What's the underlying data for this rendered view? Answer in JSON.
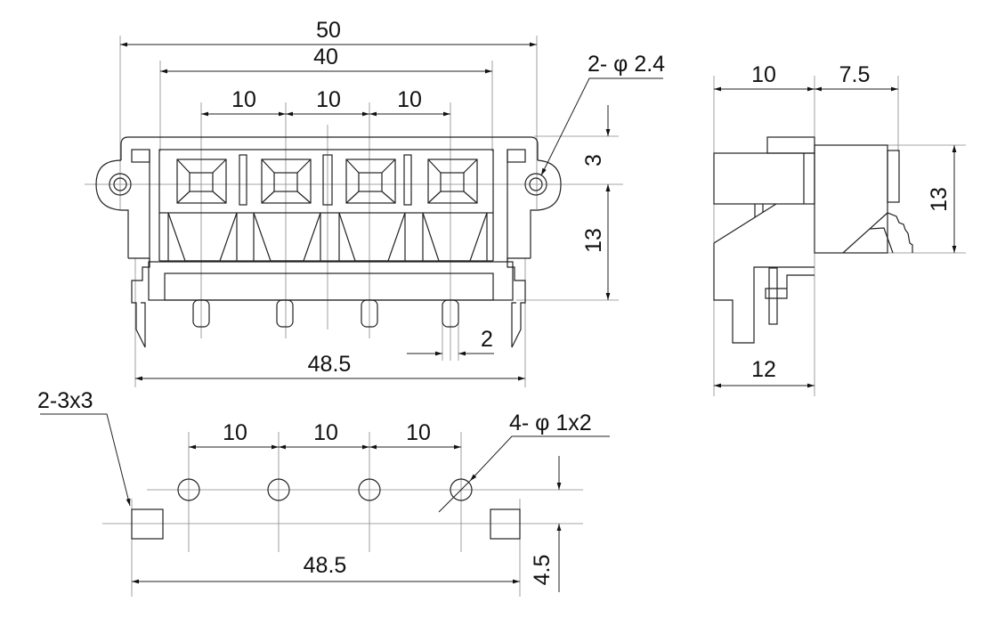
{
  "front_view": {
    "dim_overall": "50",
    "dim_pitch_span": "40",
    "dim_pitch": [
      "10",
      "10",
      "10"
    ],
    "hole_callout": "2- φ 2.4",
    "dim_top_offset": "3",
    "dim_height": "13",
    "dim_pin_width": "2",
    "dim_clip_span": "48.5"
  },
  "side_view": {
    "dim_depth_a": "10",
    "dim_depth_b": "7.5",
    "dim_height": "13",
    "dim_base": "12"
  },
  "pcb_layout": {
    "slot_callout": "2-3x3",
    "dim_pitch": [
      "10",
      "10",
      "10"
    ],
    "hole_callout": "4- φ 1x2",
    "dim_span": "48.5",
    "dim_offset": "4.5"
  },
  "colors": {
    "line": "#222222",
    "centerline": "#888888"
  }
}
